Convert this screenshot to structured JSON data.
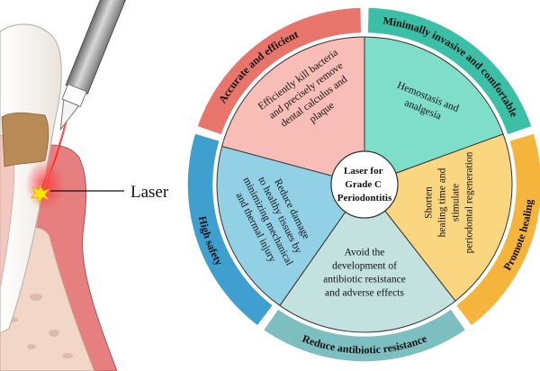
{
  "laser_label": "Laser",
  "center_text": [
    "Laser for",
    "Grade C",
    "Periodontitis"
  ],
  "segments": [
    {
      "key": "accurate",
      "ring_label": "Accurate and efficient",
      "inner_lines": [
        "Efficiently kill bacteria",
        "and precisely remove",
        "dental calculus and",
        "plaque"
      ],
      "outer_color": "#E8756C",
      "inner_color": "#F7BDB6"
    },
    {
      "key": "minimally",
      "ring_label": "Minimally invasive and comfortable",
      "inner_lines": [
        "Hemostasis and",
        "analgesia"
      ],
      "outer_color": "#3CBFA7",
      "inner_color": "#7FDEC9"
    },
    {
      "key": "promote",
      "ring_label": "Promote healing",
      "inner_lines": [
        "Shorten",
        "healing time and",
        "stimulate",
        "periodontal regeneration"
      ],
      "outer_color": "#F5B53D",
      "inner_color": "#FAD681"
    },
    {
      "key": "reduce-antibiotic",
      "ring_label": "Reduce antibiotic resistance",
      "inner_lines": [
        "Avoid the",
        "development of",
        "antibiotic resistance",
        "and adverse effects"
      ],
      "outer_color": "#7DBFC0",
      "inner_color": "#C3E2DF"
    },
    {
      "key": "high-safety",
      "ring_label": "High safety",
      "inner_lines": [
        "Reduce damage",
        "to healthy tissues by",
        "minimizing mechanical",
        "and thermal injury"
      ],
      "outer_color": "#3F9FCF",
      "inner_color": "#92D0E5"
    }
  ]
}
